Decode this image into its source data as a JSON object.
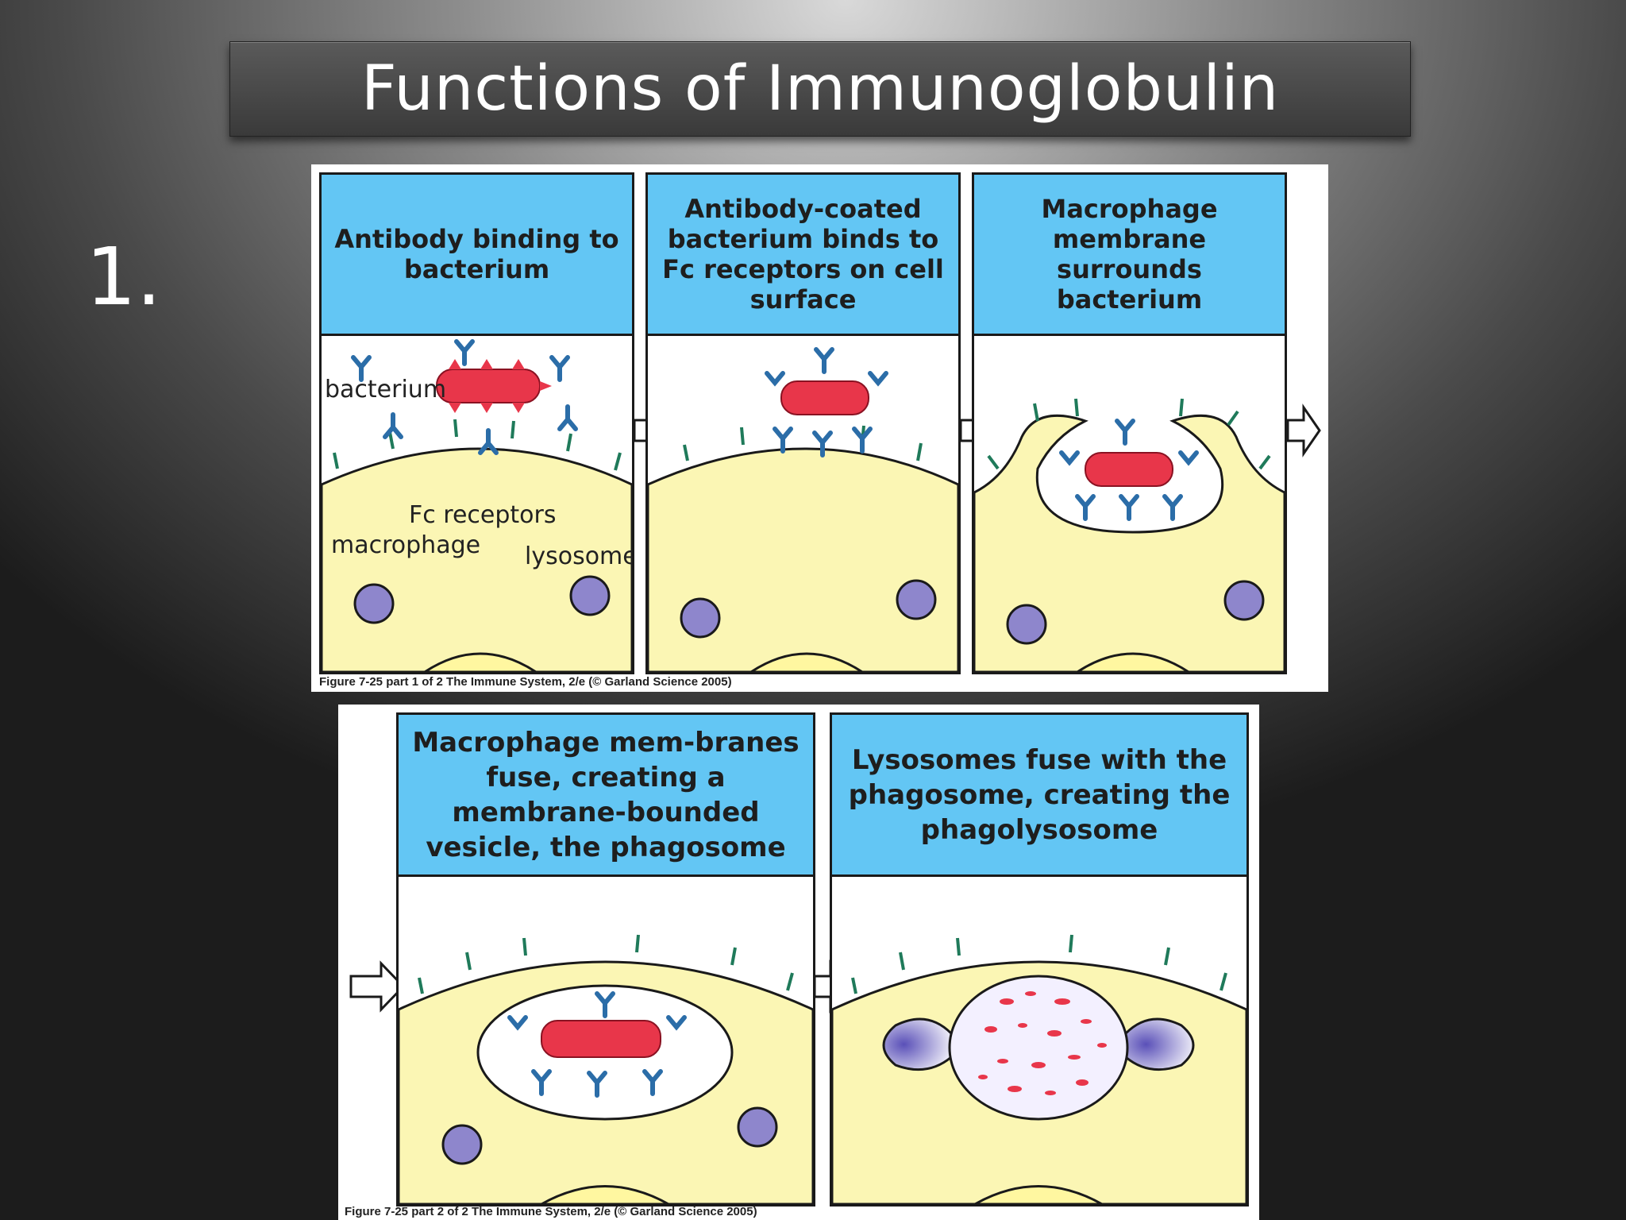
{
  "slide": {
    "title": "Functions of Immunoglobulin",
    "number": "1."
  },
  "figure_top": {
    "caption": "Figure 7-25 part 1 of 2  The Immune System, 2/e (© Garland Science 2005)",
    "panels": [
      {
        "heading": "Antibody binding to bacterium"
      },
      {
        "heading": "Antibody-coated bacterium binds to Fc receptors on cell surface"
      },
      {
        "heading": "Macrophage membrane surrounds bacterium"
      }
    ],
    "labels": {
      "bacterium": "bacterium",
      "fc_receptors": "Fc receptors",
      "macrophage": "macrophage",
      "lysosome": "lysosome"
    }
  },
  "figure_bottom": {
    "caption": "Figure 7-25 part 2 of 2  The Immune System, 2/e (© Garland Science 2005)",
    "panels": [
      {
        "heading": "Macrophage mem-branes fuse, creating a membrane-bounded vesicle, the phagosome"
      },
      {
        "heading": "Lysosomes fuse with the phagosome, creating the phagolysosome"
      }
    ]
  },
  "colors": {
    "header_blue": "#63c6f4",
    "cell_yellow": "#fbf6b4",
    "bacterium_red": "#e8364a",
    "antibody_blue": "#2b6da8",
    "lysosome_purple": "#8e86cc",
    "receptor_green": "#1f7a5a"
  }
}
